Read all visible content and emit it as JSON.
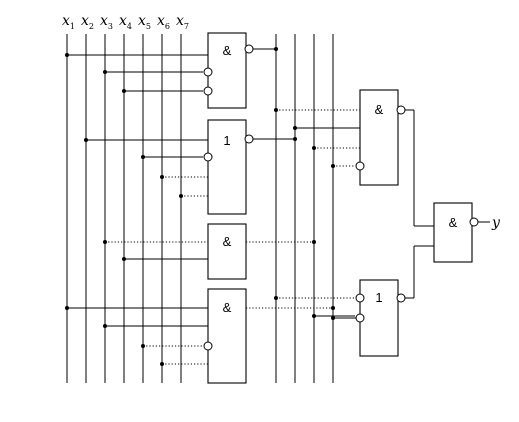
{
  "inputs": [
    {
      "base": "x",
      "sub": "1"
    },
    {
      "base": "x",
      "sub": "2"
    },
    {
      "base": "x",
      "sub": "3"
    },
    {
      "base": "x",
      "sub": "4"
    },
    {
      "base": "x",
      "sub": "5"
    },
    {
      "base": "x",
      "sub": "6"
    },
    {
      "base": "x",
      "sub": "7"
    }
  ],
  "gates": {
    "g1": "&",
    "g2": "1",
    "g3": "&",
    "g4": "&",
    "g5": "&",
    "g6": "1",
    "g7": "&"
  },
  "output": "y"
}
